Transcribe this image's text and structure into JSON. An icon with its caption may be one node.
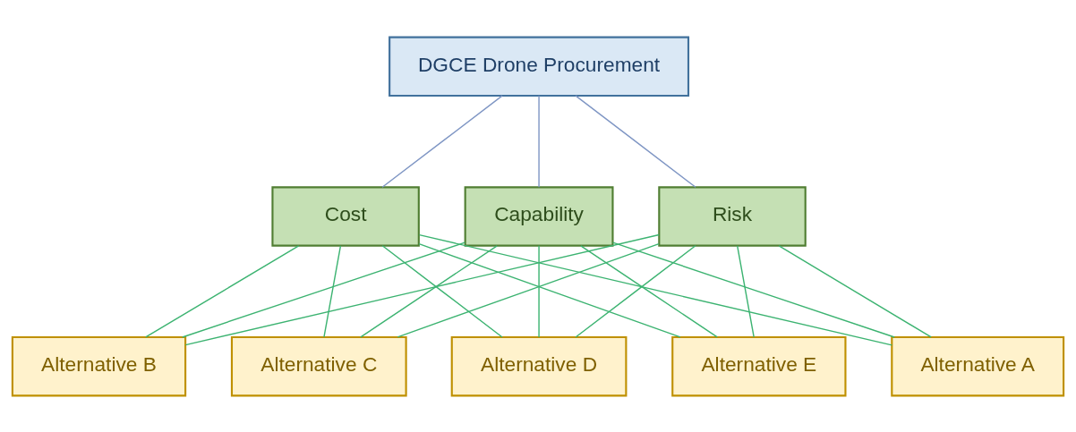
{
  "diagram": {
    "nodes": [
      {
        "text": [
          "DGCE Drone Procurement"
        ]
      },
      {
        "text": [
          "Cost"
        ]
      },
      {
        "text": [
          "Capability"
        ]
      },
      {
        "text": [
          "Risk"
        ]
      },
      {
        "text": [
          "Alternative A"
        ]
      },
      {
        "text": [
          "Alternative B"
        ]
      },
      {
        "text": [
          "Alternative C"
        ]
      },
      {
        "text": [
          "Alternative D"
        ]
      },
      {
        "text": [
          "Alternative E"
        ]
      }
    ],
    "edges": [
      {
        "from": 0,
        "to": 1,
        "arrow": "none",
        "color": "#7f96c4"
      },
      {
        "from": 0,
        "to": 2,
        "arrow": "none",
        "color": "#7f96c4"
      },
      {
        "from": 0,
        "to": 3,
        "arrow": "none",
        "color": "#7f96c4"
      },
      {
        "from": 1,
        "to": 4,
        "arrow": "none"
      },
      {
        "from": 1,
        "to": 5,
        "arrow": "none"
      },
      {
        "from": 1,
        "to": 6,
        "arrow": "none"
      },
      {
        "from": 1,
        "to": 7,
        "arrow": "none"
      },
      {
        "from": 1,
        "to": 8,
        "arrow": "none"
      },
      {
        "from": 2,
        "to": 4,
        "arrow": "none"
      },
      {
        "from": 2,
        "to": 5,
        "arrow": "none"
      },
      {
        "from": 2,
        "to": 6,
        "arrow": "none"
      },
      {
        "from": 2,
        "to": 7,
        "arrow": "none"
      },
      {
        "from": 2,
        "to": 8,
        "arrow": "none"
      },
      {
        "from": 3,
        "to": 4,
        "arrow": "none"
      },
      {
        "from": 3,
        "to": 5,
        "arrow": "none"
      },
      {
        "from": 3,
        "to": 6,
        "arrow": "none"
      },
      {
        "from": 3,
        "to": 7,
        "arrow": "none"
      },
      {
        "from": 3,
        "to": 8,
        "arrow": "none"
      }
    ]
  }
}
